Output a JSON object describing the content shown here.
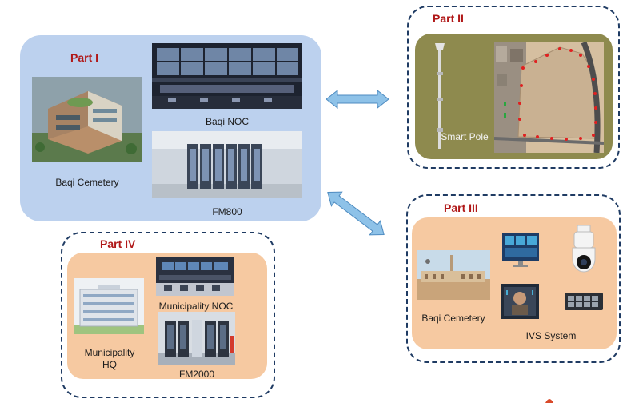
{
  "part1": {
    "title": "Part I",
    "captions": {
      "cemetery": "Baqi Cemetery",
      "noc": "Baqi NOC",
      "datacenter": "FM800"
    }
  },
  "part2": {
    "title": "Part II",
    "captions": {
      "pole": "Smart Pole"
    }
  },
  "part3": {
    "title": "Part III",
    "captions": {
      "cemetery": "Baqi Cemetery",
      "ivs": "IVS System"
    }
  },
  "part4": {
    "title": "Part IV",
    "captions": {
      "noc": "Municipality NOC",
      "hq": "Municipality\nHQ",
      "datacenter": "FM2000"
    }
  },
  "colors": {
    "part1_bg": "#bcd1ee",
    "part2_bg": "#8e8a4e",
    "part3_bg": "#f6c9a1",
    "part4_bg": "#f6c9a1",
    "dashed_border": "#1f3b63",
    "title_red": "#b01818",
    "arrow": "#8ec2e8"
  }
}
